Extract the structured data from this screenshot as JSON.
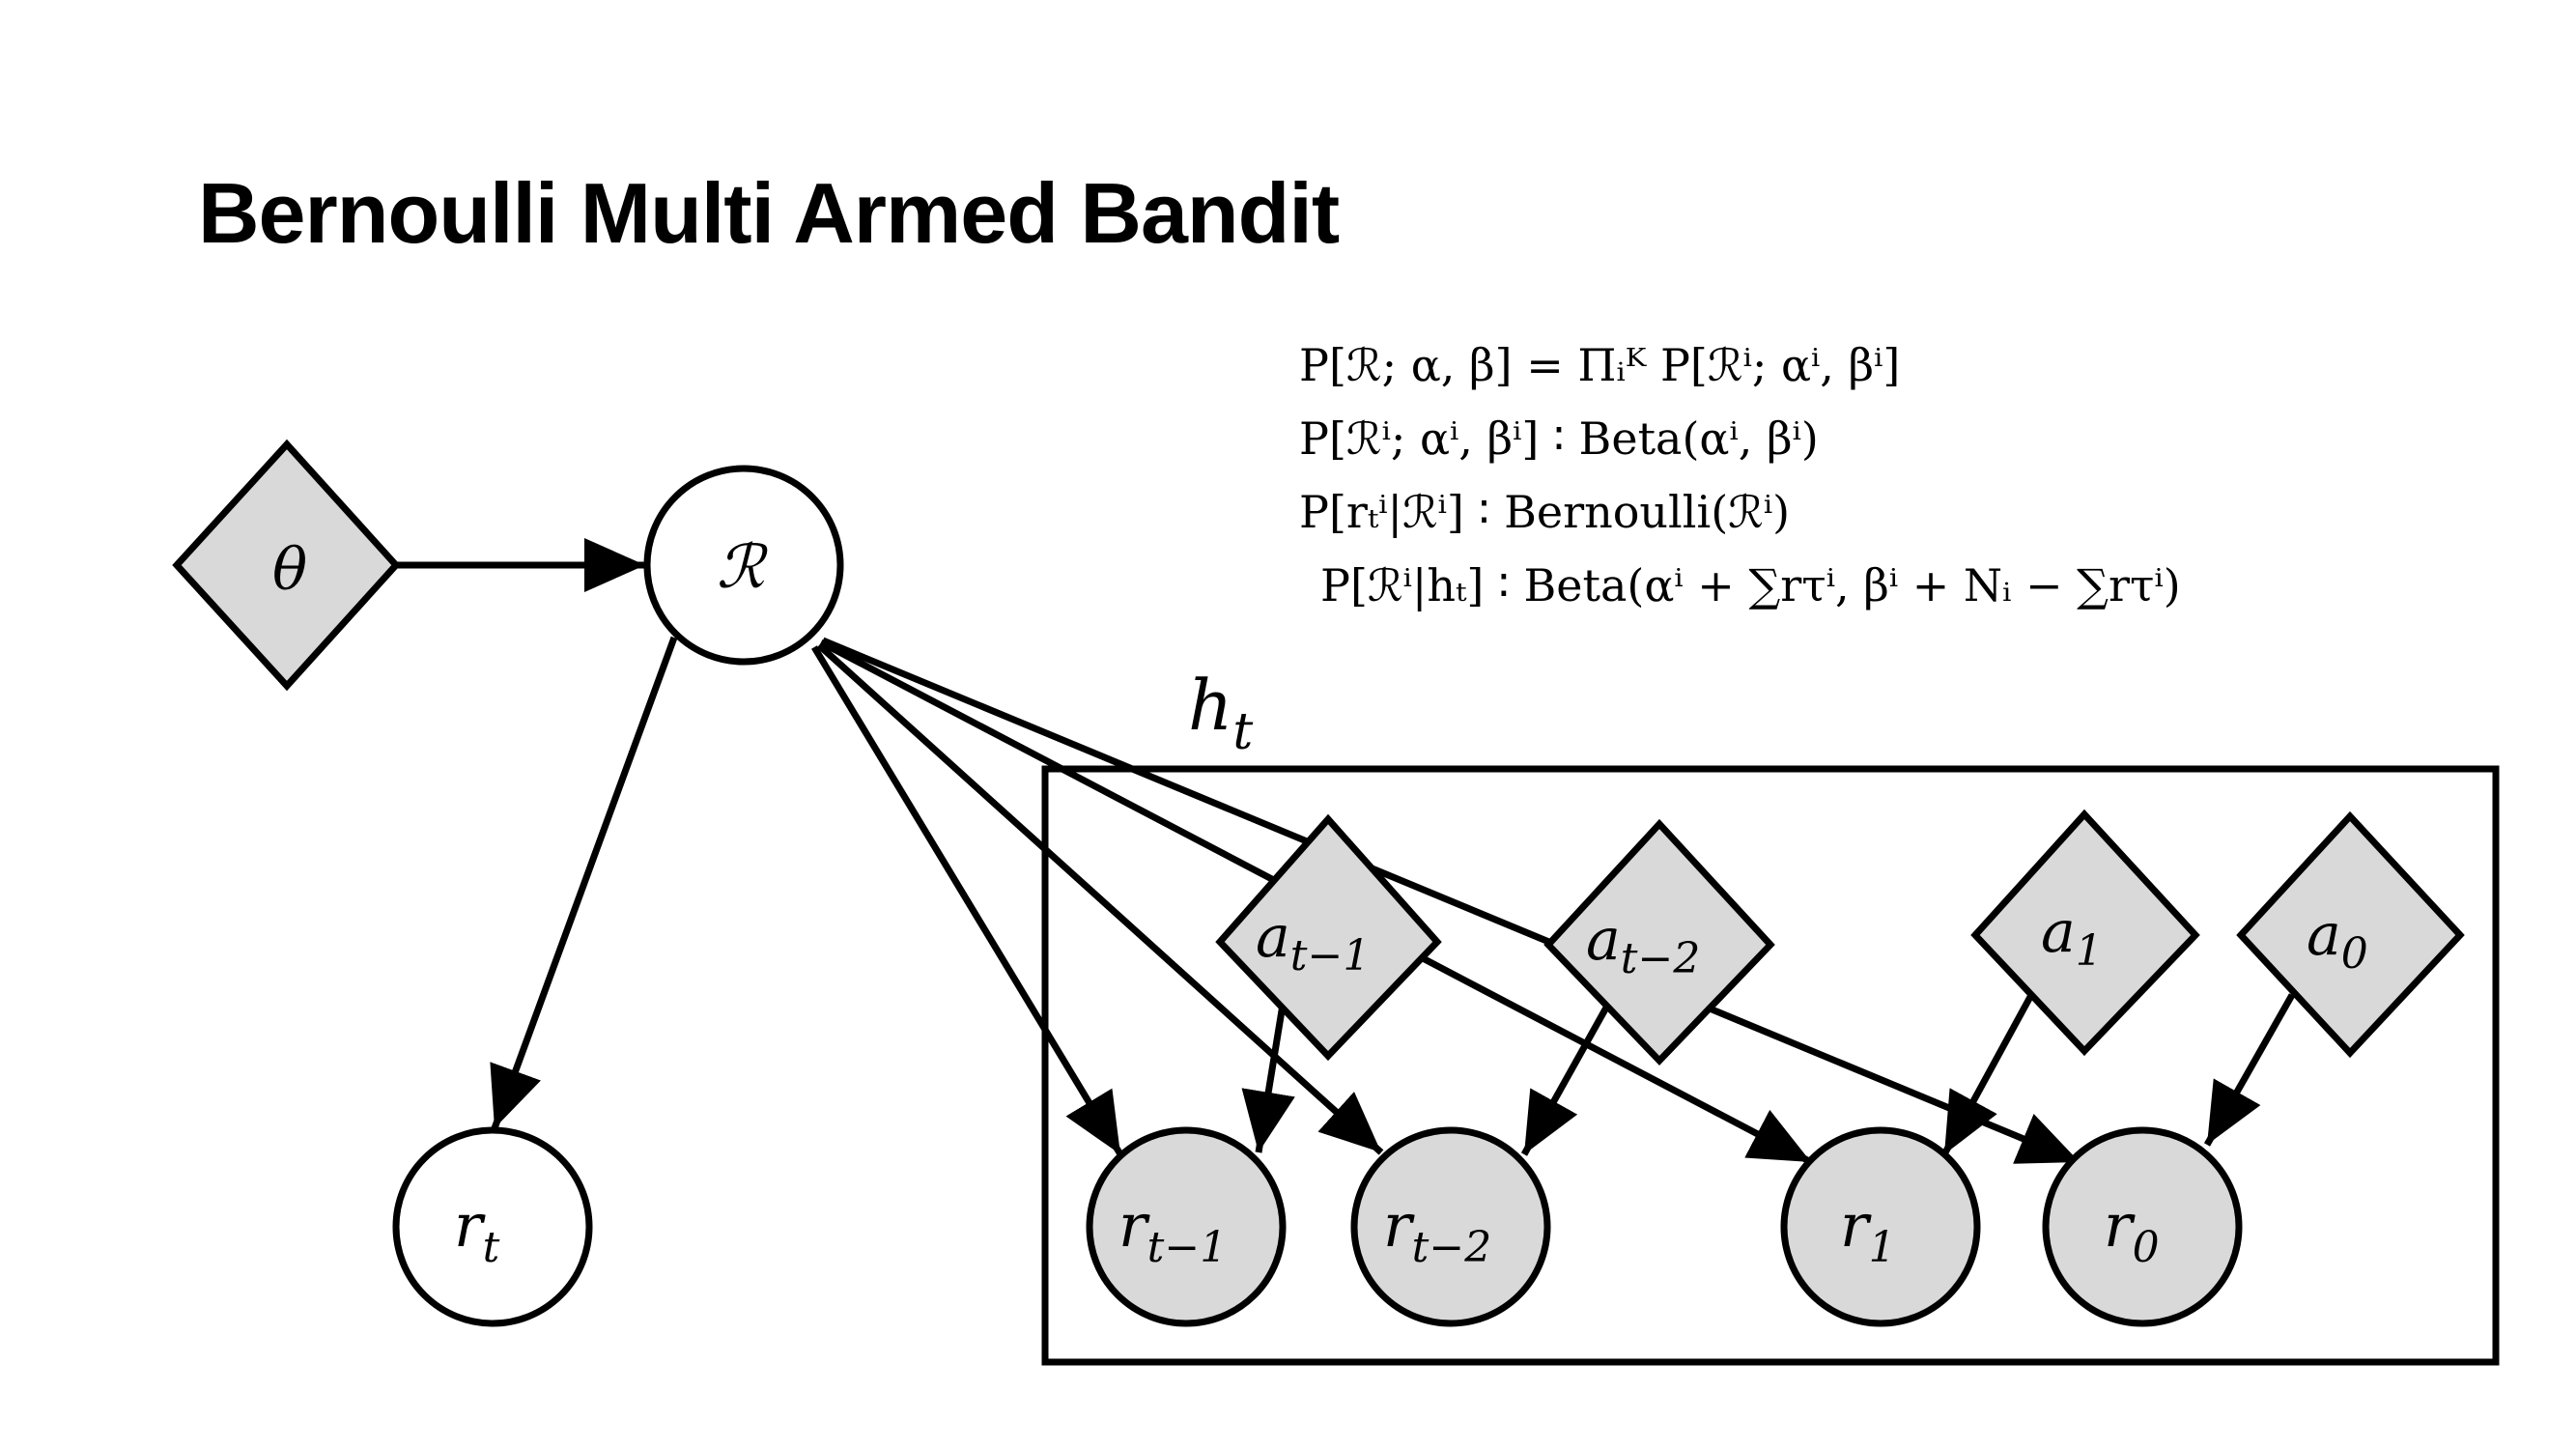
{
  "title": "Bernoulli Multi Armed Bandit",
  "equations": {
    "eq1": {
      "lhs": "P[ℛ; α, β]",
      "rhs": " = Π",
      "sub": "i",
      "sup": "K",
      "tail": " P[ℛ",
      "tail_sup": "i",
      "tail2": "; α",
      "tail3": ", β",
      "tail4": "]"
    },
    "eq2": {
      "text": "P[ℛⁱ; αⁱ, βⁱ] ∶ Beta(αⁱ, βⁱ)"
    },
    "eq3": {
      "text": "P[rₜⁱ|ℛⁱ] ∶ Bernoulli(ℛⁱ)"
    },
    "eq4": {
      "text": "P[ℛⁱ|hₜ] ∶ Beta(αⁱ + ∑rτⁱ, βⁱ + Nᵢ − ∑rτⁱ)"
    }
  },
  "nodes": {
    "theta": "θ",
    "R": "ℛ",
    "r_t": {
      "base": "r",
      "sub": "t"
    },
    "h_t": {
      "base": "h",
      "sub": "t"
    },
    "a_t1": {
      "base": "a",
      "sub": "t−1"
    },
    "a_t2": {
      "base": "a",
      "sub": "t−2"
    },
    "a_1": {
      "base": "a",
      "sub": "1"
    },
    "a_0": {
      "base": "a",
      "sub": "0"
    },
    "r_t1": {
      "base": "r",
      "sub": "t−1"
    },
    "r_t2": {
      "base": "r",
      "sub": "t−2"
    },
    "r_1": {
      "base": "r",
      "sub": "1"
    },
    "r_0": {
      "base": "r",
      "sub": "0"
    }
  },
  "colors": {
    "observed_fill": "#d9d9d9",
    "latent_fill": "#ffffff",
    "stroke": "#000000"
  }
}
